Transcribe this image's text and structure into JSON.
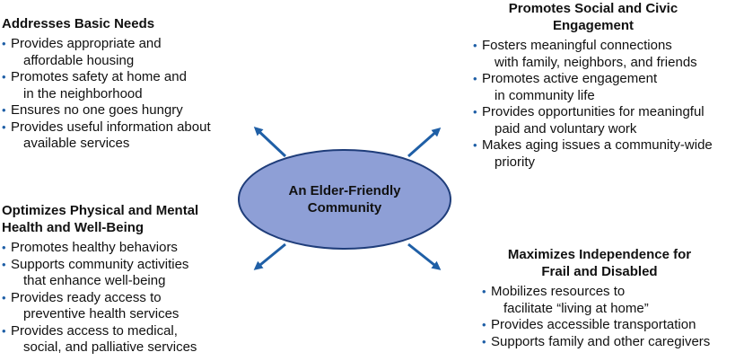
{
  "center": {
    "line1": "An Elder-Friendly",
    "line2": "Community",
    "fill_color": "#8e9fd6",
    "stroke_color": "#1f3d7a"
  },
  "arrow_color": "#1f5fa6",
  "bullet_char": "•",
  "quadrants": {
    "top_left": {
      "title": "Addresses Basic Needs",
      "items": [
        {
          "line1": "Provides appropriate and",
          "line2": "affordable housing"
        },
        {
          "line1": "Promotes safety at home and",
          "line2": "in the neighborhood"
        },
        {
          "line1": "Ensures no one goes hungry"
        },
        {
          "line1": "Provides useful information about",
          "line2": "available services"
        }
      ]
    },
    "top_right": {
      "title_line1": "Promotes Social and Civic",
      "title_line2": "Engagement",
      "items": [
        {
          "line1": "Fosters meaningful connections",
          "line2": "with family, neighbors, and friends"
        },
        {
          "line1": "Promotes active engagement",
          "line2": "in community life"
        },
        {
          "line1": "Provides opportunities for meaningful",
          "line2": "paid and voluntary work"
        },
        {
          "line1": "Makes aging issues a community-wide",
          "line2": "priority"
        }
      ]
    },
    "bottom_left": {
      "title_line1": "Optimizes Physical and Mental",
      "title_line2": "Health and Well-Being",
      "items": [
        {
          "line1": "Promotes healthy behaviors"
        },
        {
          "line1": "Supports community activities",
          "line2": "that enhance well-being"
        },
        {
          "line1": "Provides ready access to",
          "line2": "preventive health services"
        },
        {
          "line1": "Provides access to medical,",
          "line2": "social, and palliative services"
        }
      ]
    },
    "bottom_right": {
      "title_line1": "Maximizes Independence for",
      "title_line2": "Frail and Disabled",
      "items": [
        {
          "line1": "Mobilizes resources to",
          "line2": "facilitate “living at home”"
        },
        {
          "line1": "Provides accessible transportation"
        },
        {
          "line1": "Supports family and other caregivers"
        }
      ]
    }
  }
}
